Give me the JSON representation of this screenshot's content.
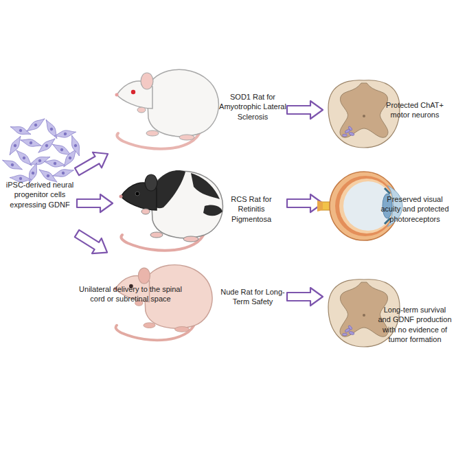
{
  "diagram": {
    "labels": [
      "iPSC-derived neural progenitor cells expressing GDNF",
      "SOD1 Rat for Amyotrophic Lateral Sclerosis",
      "Protected ChAT+ motor neurons",
      "RCS Rat for Retinitis Pigmentosa",
      "Preserved visual acuity and protected photoreceptors",
      "Unilateral delivery to the spinal cord or subretinal space",
      "Nude Rat for Long-Term Safety",
      "Long-term survival and GDNF production with no evidence of tumor formation"
    ]
  }
}
